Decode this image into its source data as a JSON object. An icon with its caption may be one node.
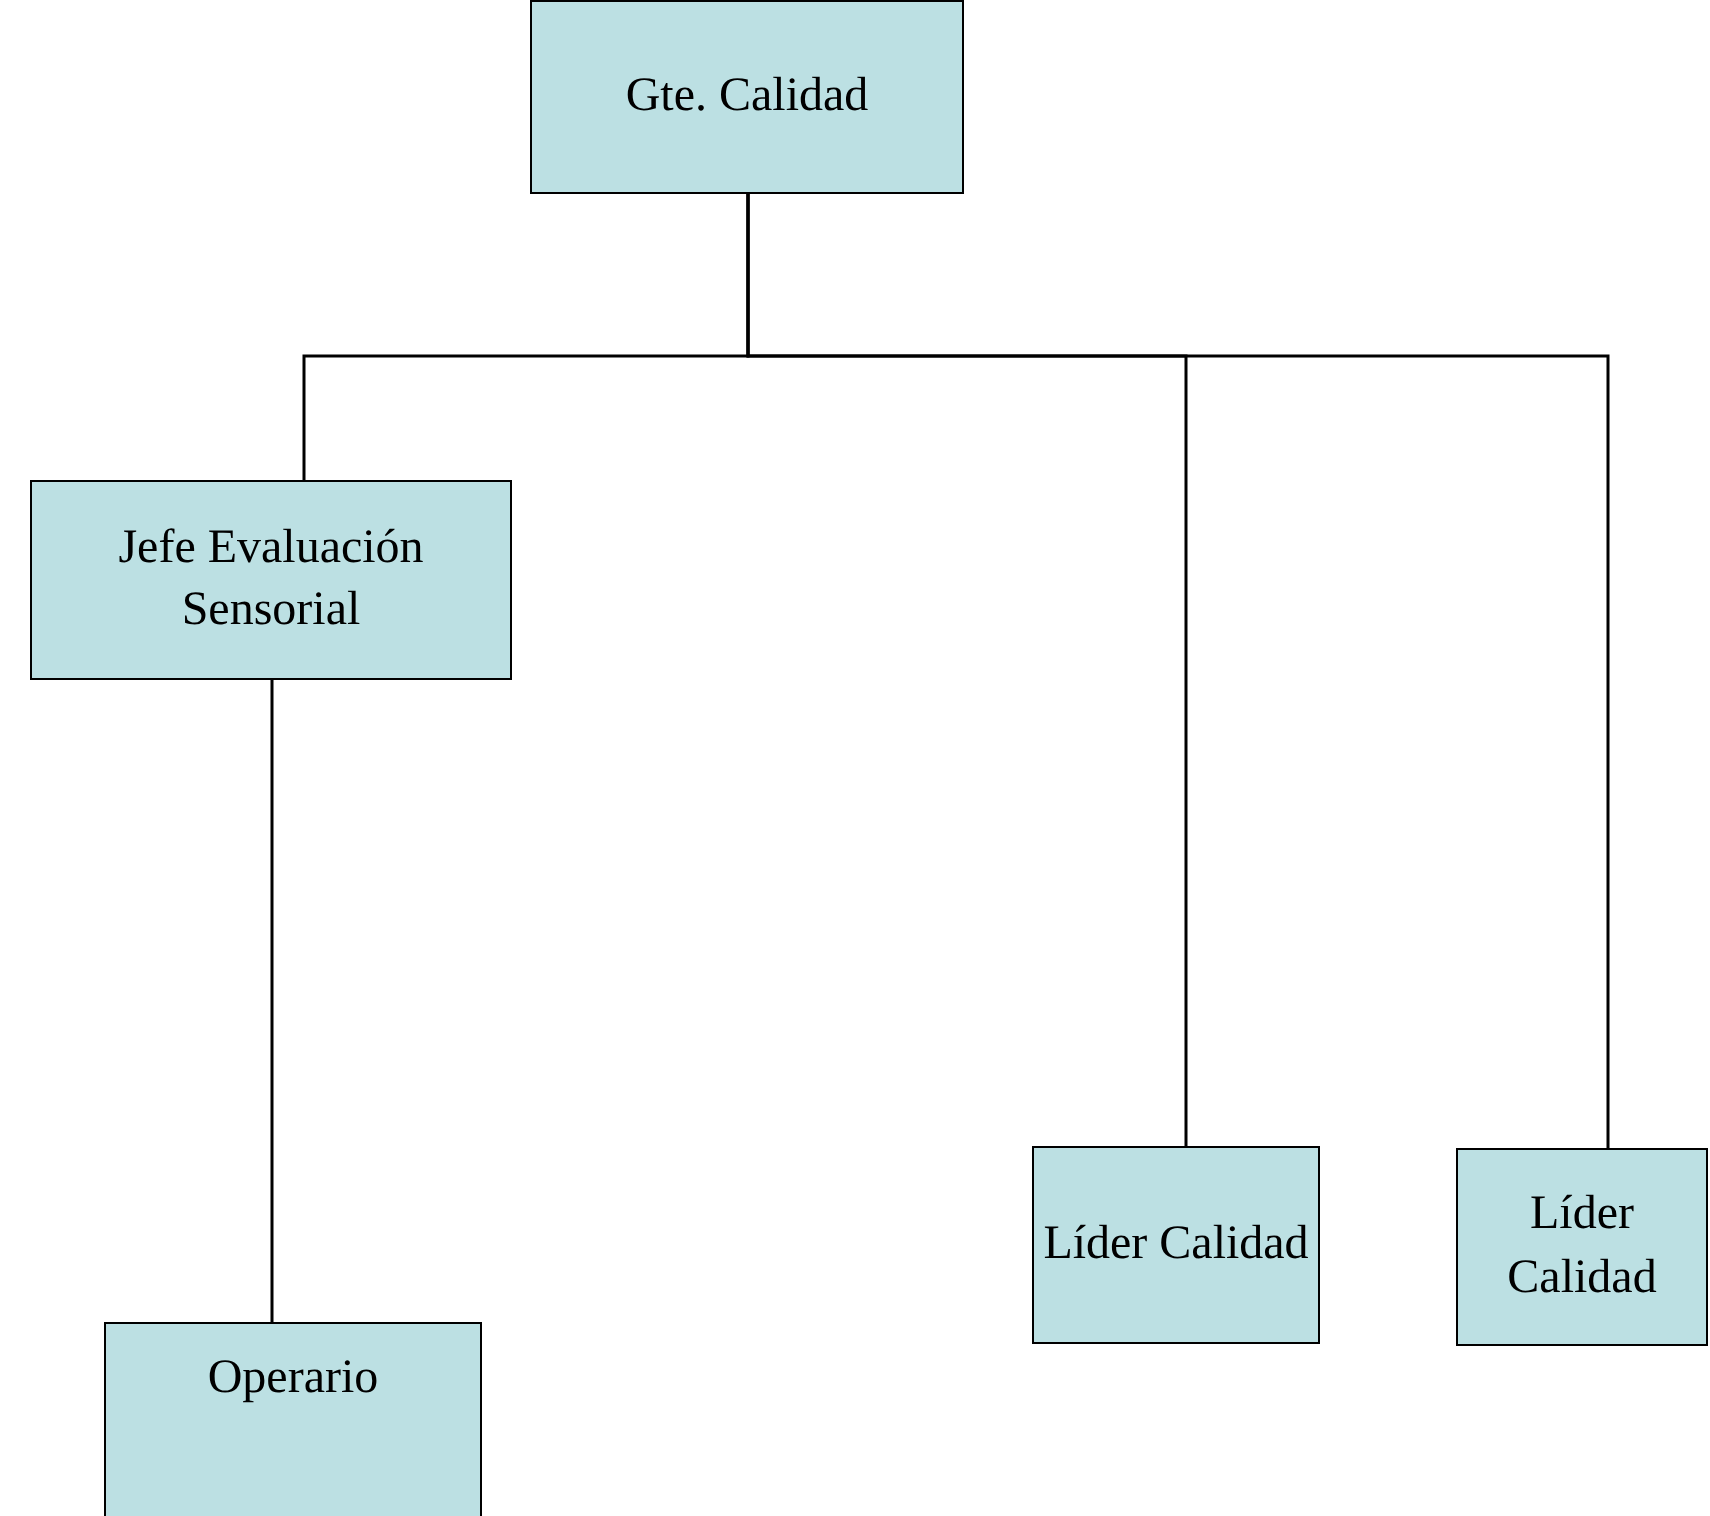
{
  "diagram": {
    "nodes": [
      {
        "text": [
          "Gte. Calidad"
        ]
      },
      {
        "text": [
          "Jefe Evaluación Sensorial"
        ]
      },
      {
        "text": [
          "Líder Calidad"
        ]
      },
      {
        "text": [
          "Líder Calidad"
        ]
      },
      {
        "text": [
          "Operario"
        ]
      }
    ],
    "edges": [
      {
        "from": 0,
        "to": 1,
        "arrow": "none"
      },
      {
        "from": 0,
        "to": 2,
        "arrow": "none"
      },
      {
        "from": 0,
        "to": 3,
        "arrow": "none"
      },
      {
        "from": 1,
        "to": 4,
        "arrow": "none"
      }
    ]
  }
}
